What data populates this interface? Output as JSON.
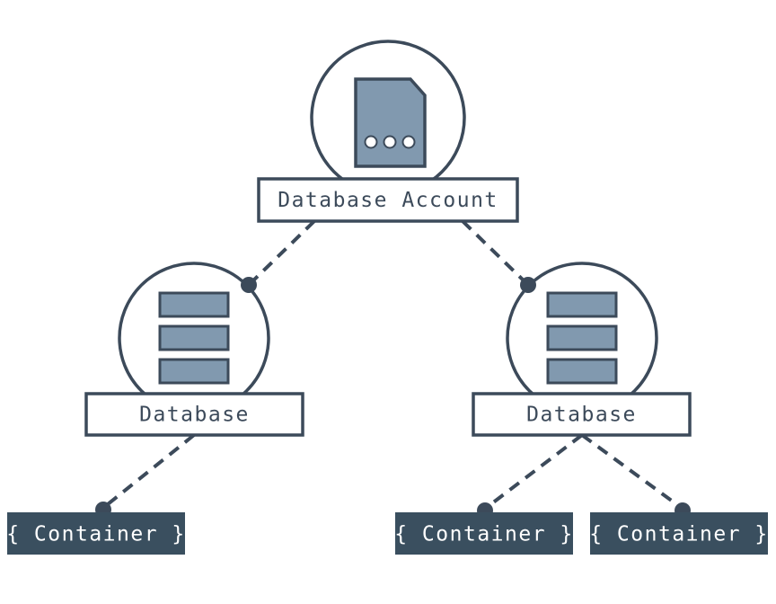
{
  "diagram": {
    "type": "hierarchy-tree",
    "background_color": "#ffffff",
    "stroke_color": "#3c4a5a",
    "icon_fill_color": "#8199af",
    "container_fill_color": "#3a4f5f",
    "container_text_color": "#ffffff",
    "label_text_color": "#3c4a5a",
    "edge_style": "dashed",
    "nodes": {
      "account": {
        "label": "Database Account",
        "icon": "document-icon",
        "icon_dots": 3
      },
      "database_left": {
        "label": "Database",
        "icon": "database-stack-icon",
        "icon_bars": 3
      },
      "database_right": {
        "label": "Database",
        "icon": "database-stack-icon",
        "icon_bars": 3
      },
      "container_1": {
        "label": "{ Container }"
      },
      "container_2": {
        "label": "{ Container }"
      },
      "container_3": {
        "label": "{ Container }"
      }
    },
    "edges": [
      {
        "from": "account",
        "to": "database_left"
      },
      {
        "from": "account",
        "to": "database_right"
      },
      {
        "from": "database_left",
        "to": "container_1"
      },
      {
        "from": "database_right",
        "to": "container_2"
      },
      {
        "from": "database_right",
        "to": "container_3"
      }
    ]
  }
}
